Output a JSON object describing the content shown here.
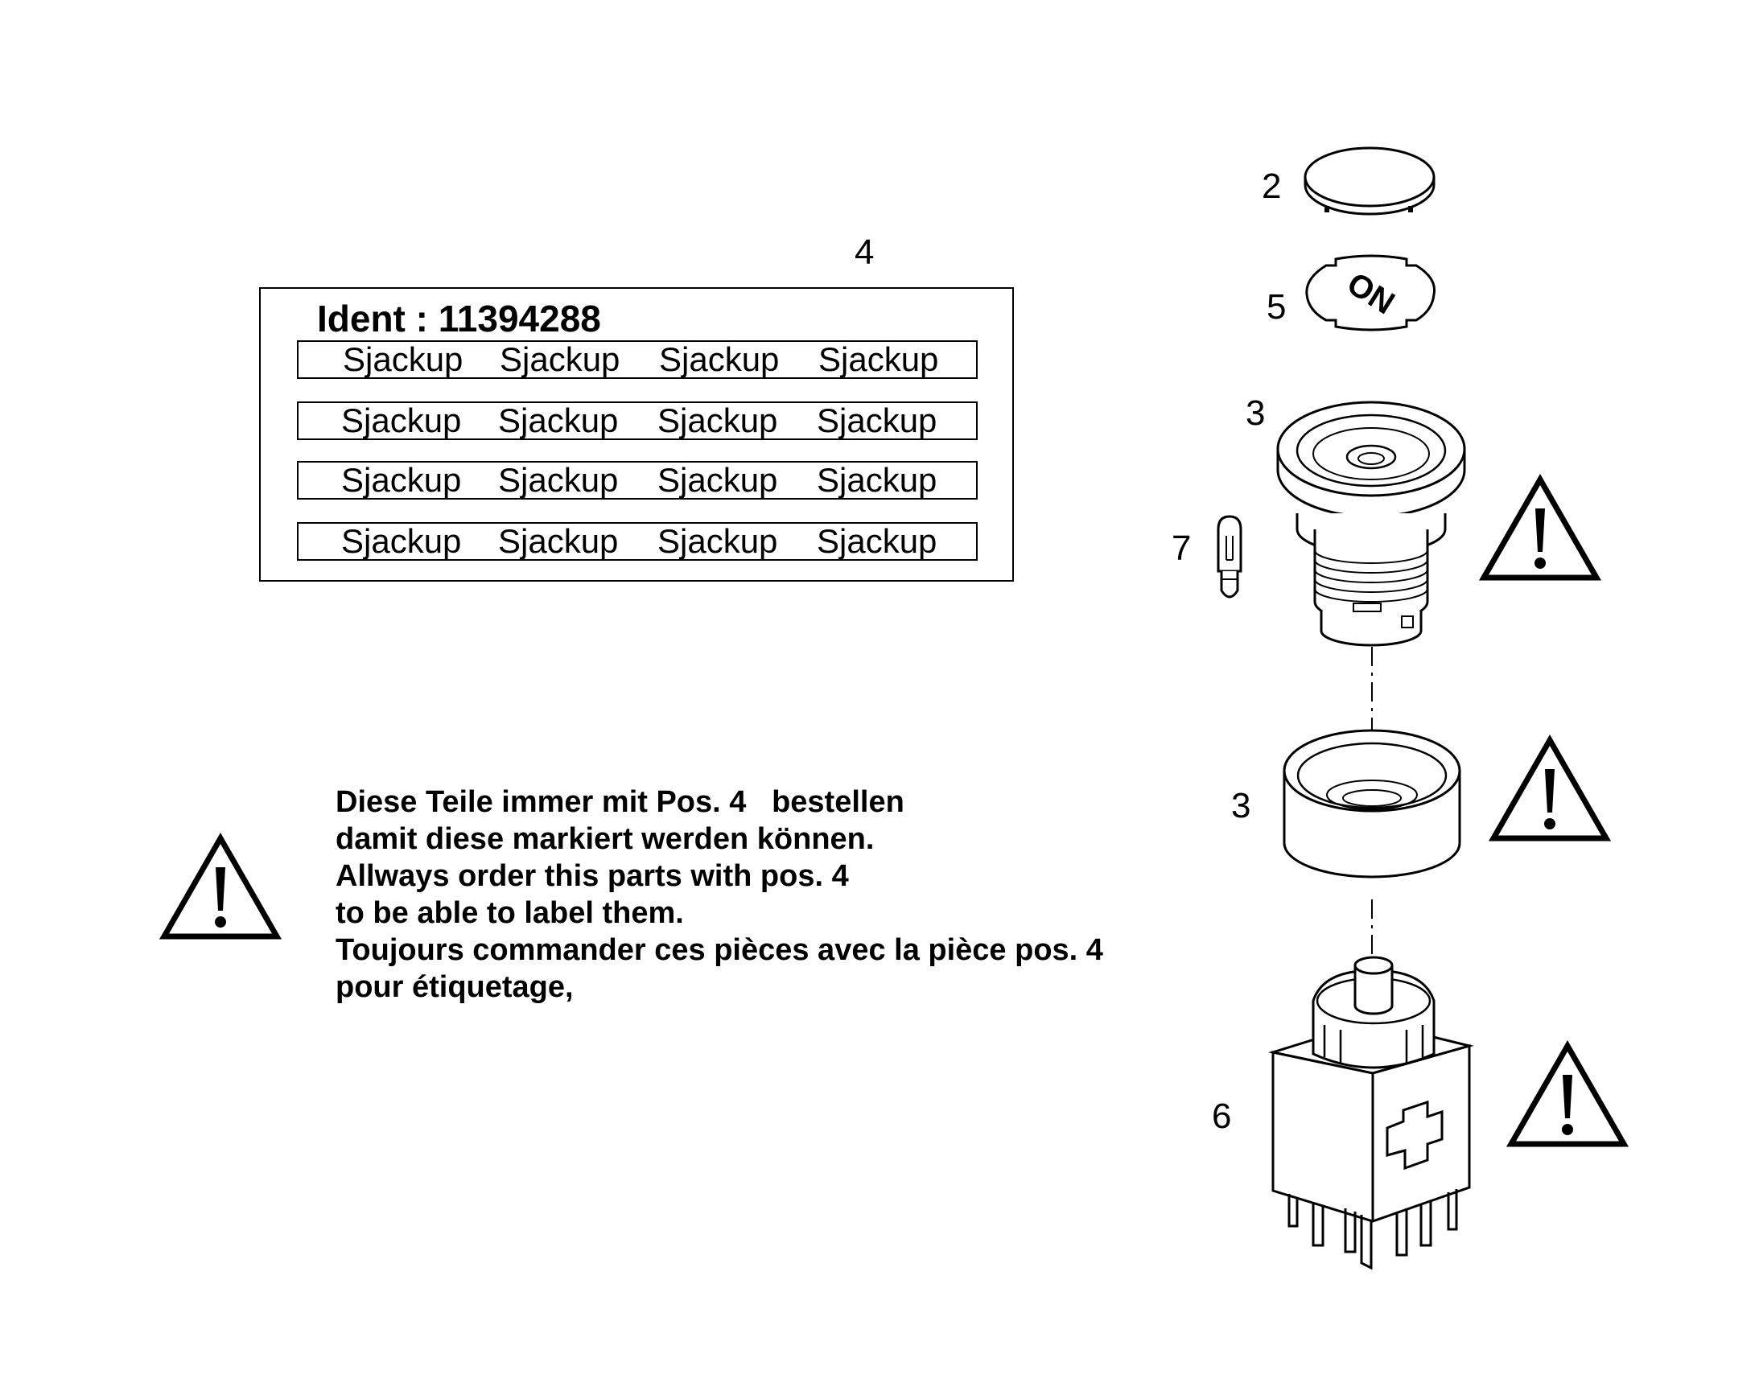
{
  "callouts": {
    "c4": "4",
    "c2": "2",
    "c5": "5",
    "c3a": "3",
    "c7": "7",
    "c3b": "3",
    "c6": "6"
  },
  "label_panel": {
    "ident": "Ident : 11394288",
    "rows": [
      [
        "Sjackup",
        "Sjackup",
        "Sjackup",
        "Sjackup"
      ],
      [
        "Sjackup",
        "Sjackup",
        "Sjackup",
        "Sjackup"
      ],
      [
        "Sjackup",
        "Sjackup",
        "Sjackup",
        "Sjackup"
      ],
      [
        "Sjackup",
        "Sjackup",
        "Sjackup",
        "Sjackup"
      ]
    ]
  },
  "cap_text": "ON",
  "notes": [
    "Diese Teile immer mit Pos. 4   bestellen",
    "damit diese markiert werden können.",
    "Allways order this parts with pos. 4",
    "to be able to label them.",
    "Toujours commander ces pièces avec la pièce pos. 4",
    "pour étiquetage,"
  ],
  "icons": {
    "warning": "warning-triangle-icon"
  }
}
